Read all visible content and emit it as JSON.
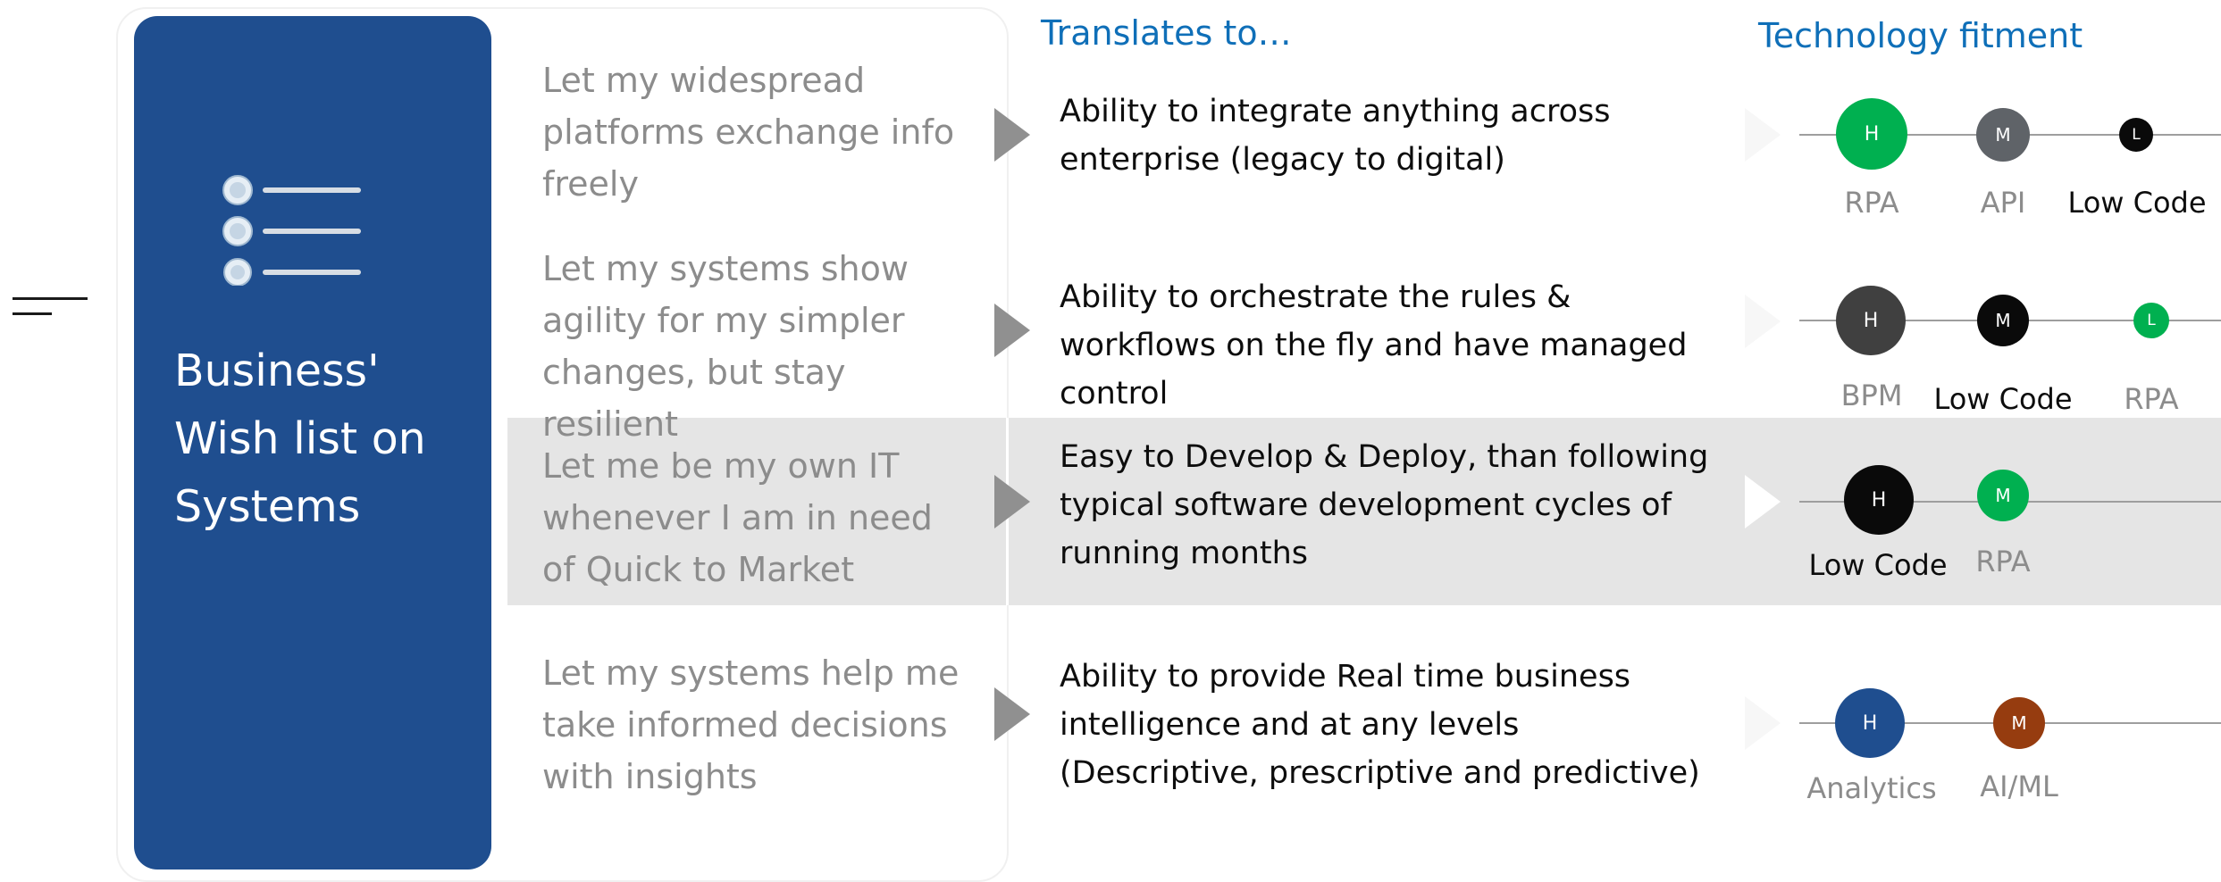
{
  "panel": {
    "title": "Business' Wish list on Systems",
    "icon": "list-icon"
  },
  "headers": {
    "translates": "Translates to…",
    "fitment": "Technology fitment"
  },
  "rows": [
    {
      "wish": "Let my widespread platforms exchange info freely",
      "translation": "Ability to integrate anything across enterprise (legacy to digital)",
      "nodes": [
        {
          "letter": "H",
          "color": "#00b050",
          "label": "RPA"
        },
        {
          "letter": "M",
          "color": "#5f6368",
          "label": "API"
        },
        {
          "letter": "L",
          "color": "#0a0a0a",
          "label": "Low Code"
        }
      ]
    },
    {
      "wish": "Let my systems show agility for my simpler changes, but stay resilient",
      "translation": "Ability to orchestrate the rules & workflows on the fly and have managed control",
      "nodes": [
        {
          "letter": "H",
          "color": "#404040",
          "label": "BPM"
        },
        {
          "letter": "M",
          "color": "#0a0a0a",
          "label": "Low Code"
        },
        {
          "letter": "L",
          "color": "#00b050",
          "label": "RPA"
        }
      ]
    },
    {
      "wish": "Let me be my own IT whenever I am in need of Quick to Market",
      "translation": "Easy to Develop & Deploy, than following typical software development cycles of running months",
      "nodes": [
        {
          "letter": "H",
          "color": "#0a0a0a",
          "label": "Low Code"
        },
        {
          "letter": "M",
          "color": "#00b050",
          "label": "RPA"
        }
      ]
    },
    {
      "wish": "Let my systems help me take informed decisions with insights",
      "translation": "Ability to provide Real time business intelligence and at any levels (Descriptive, prescriptive and predictive)",
      "nodes": [
        {
          "letter": "H",
          "color": "#1f4e8f",
          "label": "Analytics"
        },
        {
          "letter": "M",
          "color": "#963c0f",
          "label": "AI/ML"
        }
      ]
    }
  ]
}
